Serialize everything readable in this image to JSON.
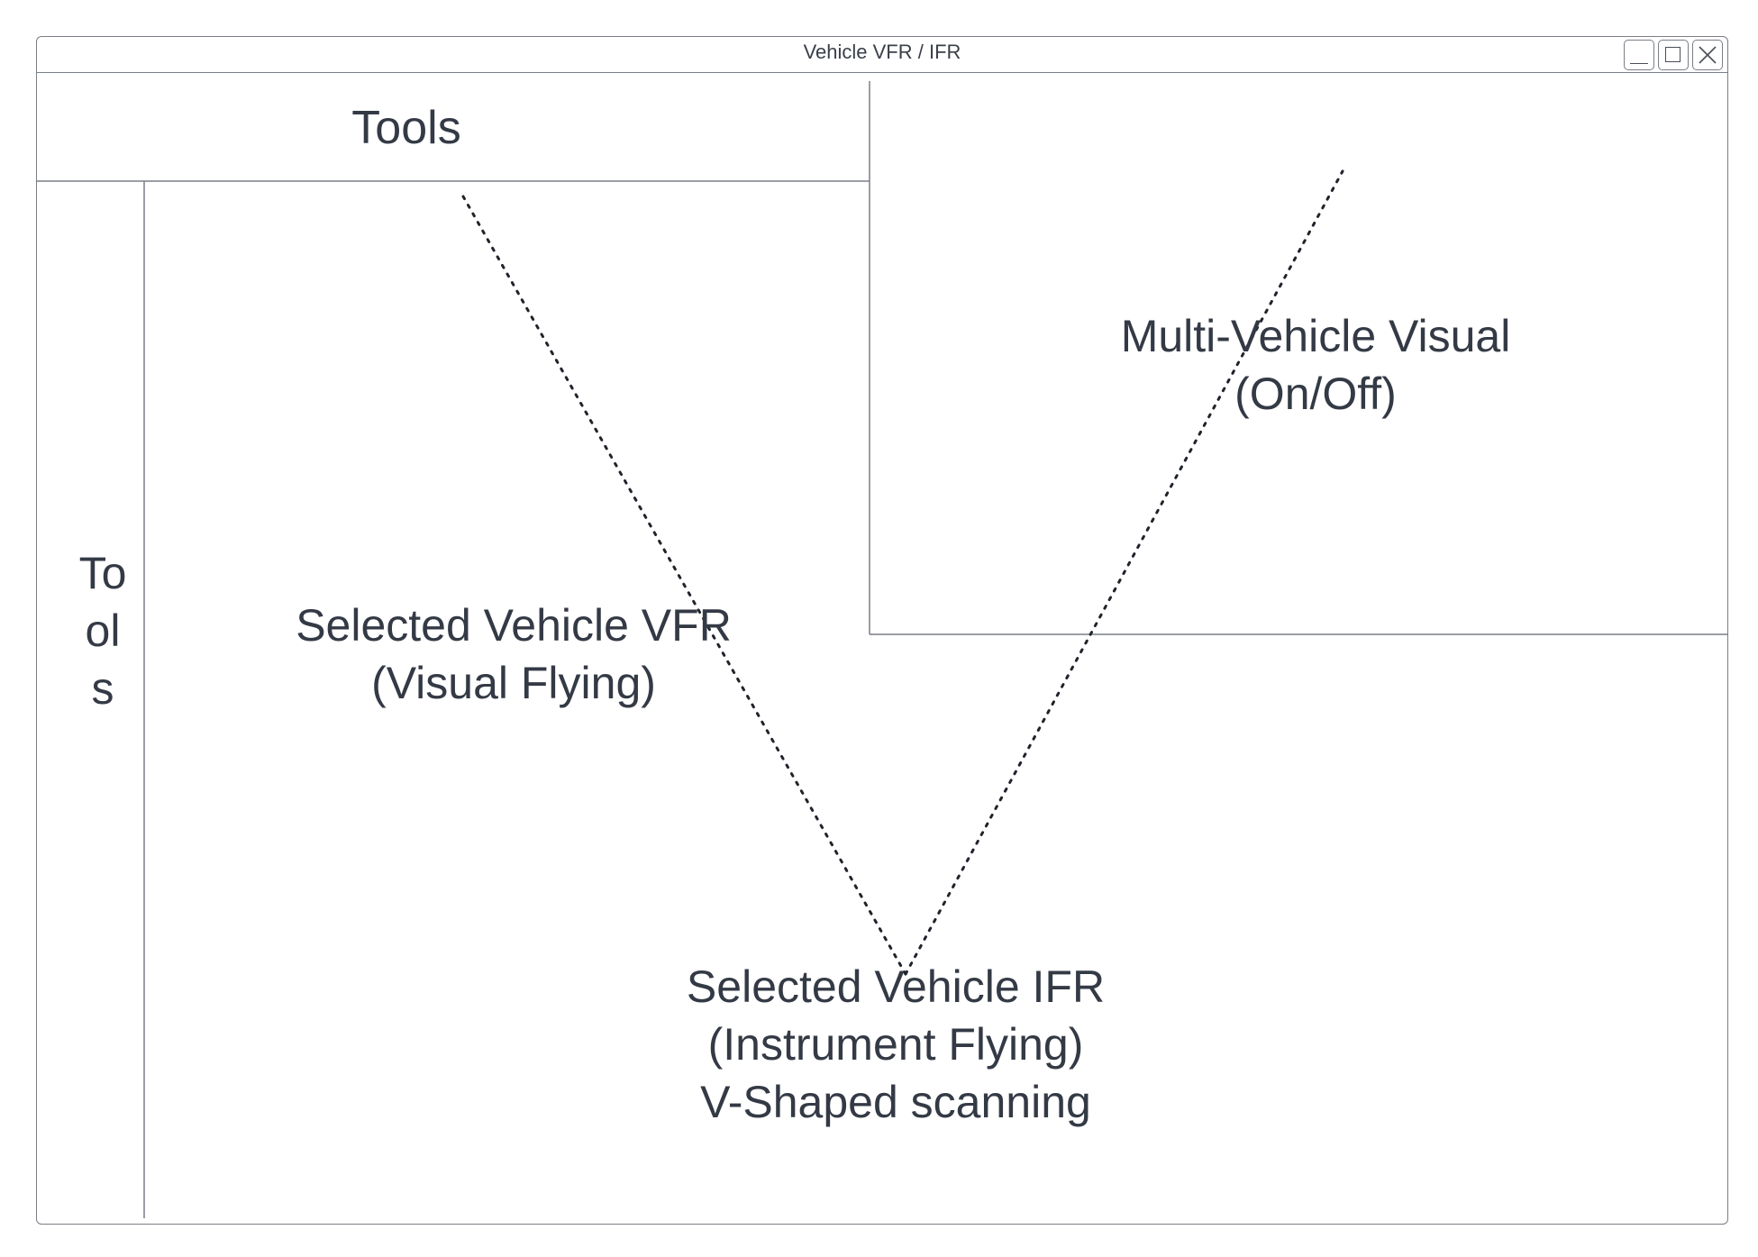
{
  "window": {
    "title": "Vehicle VFR / IFR"
  },
  "panels": {
    "tools_top_label": "Tools",
    "tools_side_label": "Tools",
    "vfr_line1": "Selected Vehicle VFR",
    "vfr_line2": "(Visual Flying)",
    "multi_vehicle_line1": "Multi-Vehicle Visual",
    "multi_vehicle_line2": "(On/Off)",
    "ifr_line1": "Selected Vehicle IFR",
    "ifr_line2": "(Instrument Flying)",
    "ifr_line3": "V-Shaped scanning"
  },
  "icons": {
    "minimize": "minimize-icon",
    "maximize": "maximize-icon",
    "close": "close-icon"
  },
  "colors": {
    "line": "#7a7e86",
    "text": "#343a45",
    "dotted_path": "#1f232b"
  }
}
